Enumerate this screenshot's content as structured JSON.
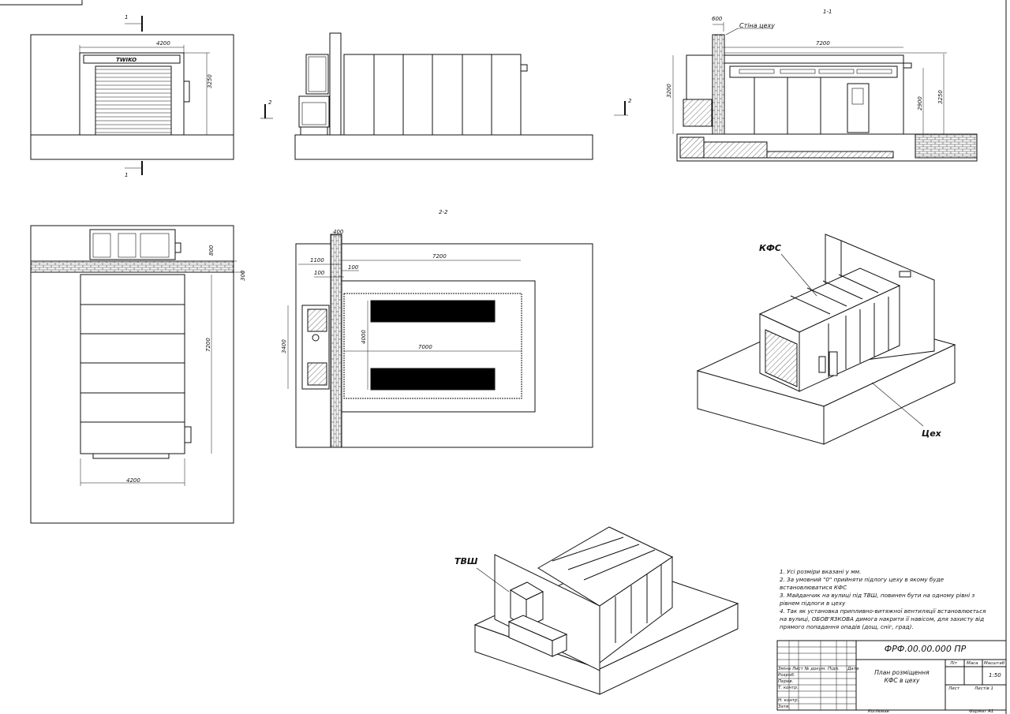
{
  "views": {
    "section_1_1": "1-1",
    "section_2_2": "2-2",
    "marker_1": "1",
    "marker_2": "2"
  },
  "dimensions": {
    "width_4200": "4200",
    "height_3250": "3250",
    "len_7200": "7200",
    "wall_600": "600",
    "height_3200": "3200",
    "height_2900": "2900",
    "wall_400": "400",
    "off_1100": "1100",
    "off_100": "100",
    "height_800": "800",
    "gap_300": "300",
    "width_3400": "3400",
    "width_4000": "4000",
    "len_7000": "7000"
  },
  "labels": {
    "cabin_brand": "TWIKO",
    "shop_wall": "Стіна цеху",
    "kfs": "КФС",
    "shop": "Цех",
    "tvsh": "ТВШ"
  },
  "notes": [
    "1. Усі розміри вказані у мм.",
    "2. За умовний \"0\" прийняти підлогу цеху в якому буде встановлюватися КФС",
    "3. Майданчик на вулиці під ТВШ, повинен бути на одному рівні з рівнем підлоги в цеху",
    "4. Так як установка припливно-витяжної вентиляції встановлюється на вулиці, ОБОВ'ЯЗКОВА димога накрити її навісом, для захисту від прямого попадання опадів (дощ, сніг, град)."
  ],
  "title_block": {
    "code": "ФРФ.00.00.000 ПР",
    "title_line1": "План розміщення",
    "title_line2": "КФС в цеху",
    "scale": "1:50",
    "col_lit": "Літ",
    "col_mass": "Маса",
    "col_scale": "Масштаб",
    "sheet": "Лист",
    "sheets": "Листів 1",
    "row_izm": "Зміна Лист № докум.",
    "row_pidp": "Підп.",
    "row_data": "Дата",
    "row_rozrob": "Розроб.",
    "row_perev": "Перев.",
    "row_tkontr": "Т. контр.",
    "row_nkontr": "Н. контр.",
    "row_zatv": "Затв.",
    "copied": "Копіював",
    "format": "Формат А1"
  }
}
